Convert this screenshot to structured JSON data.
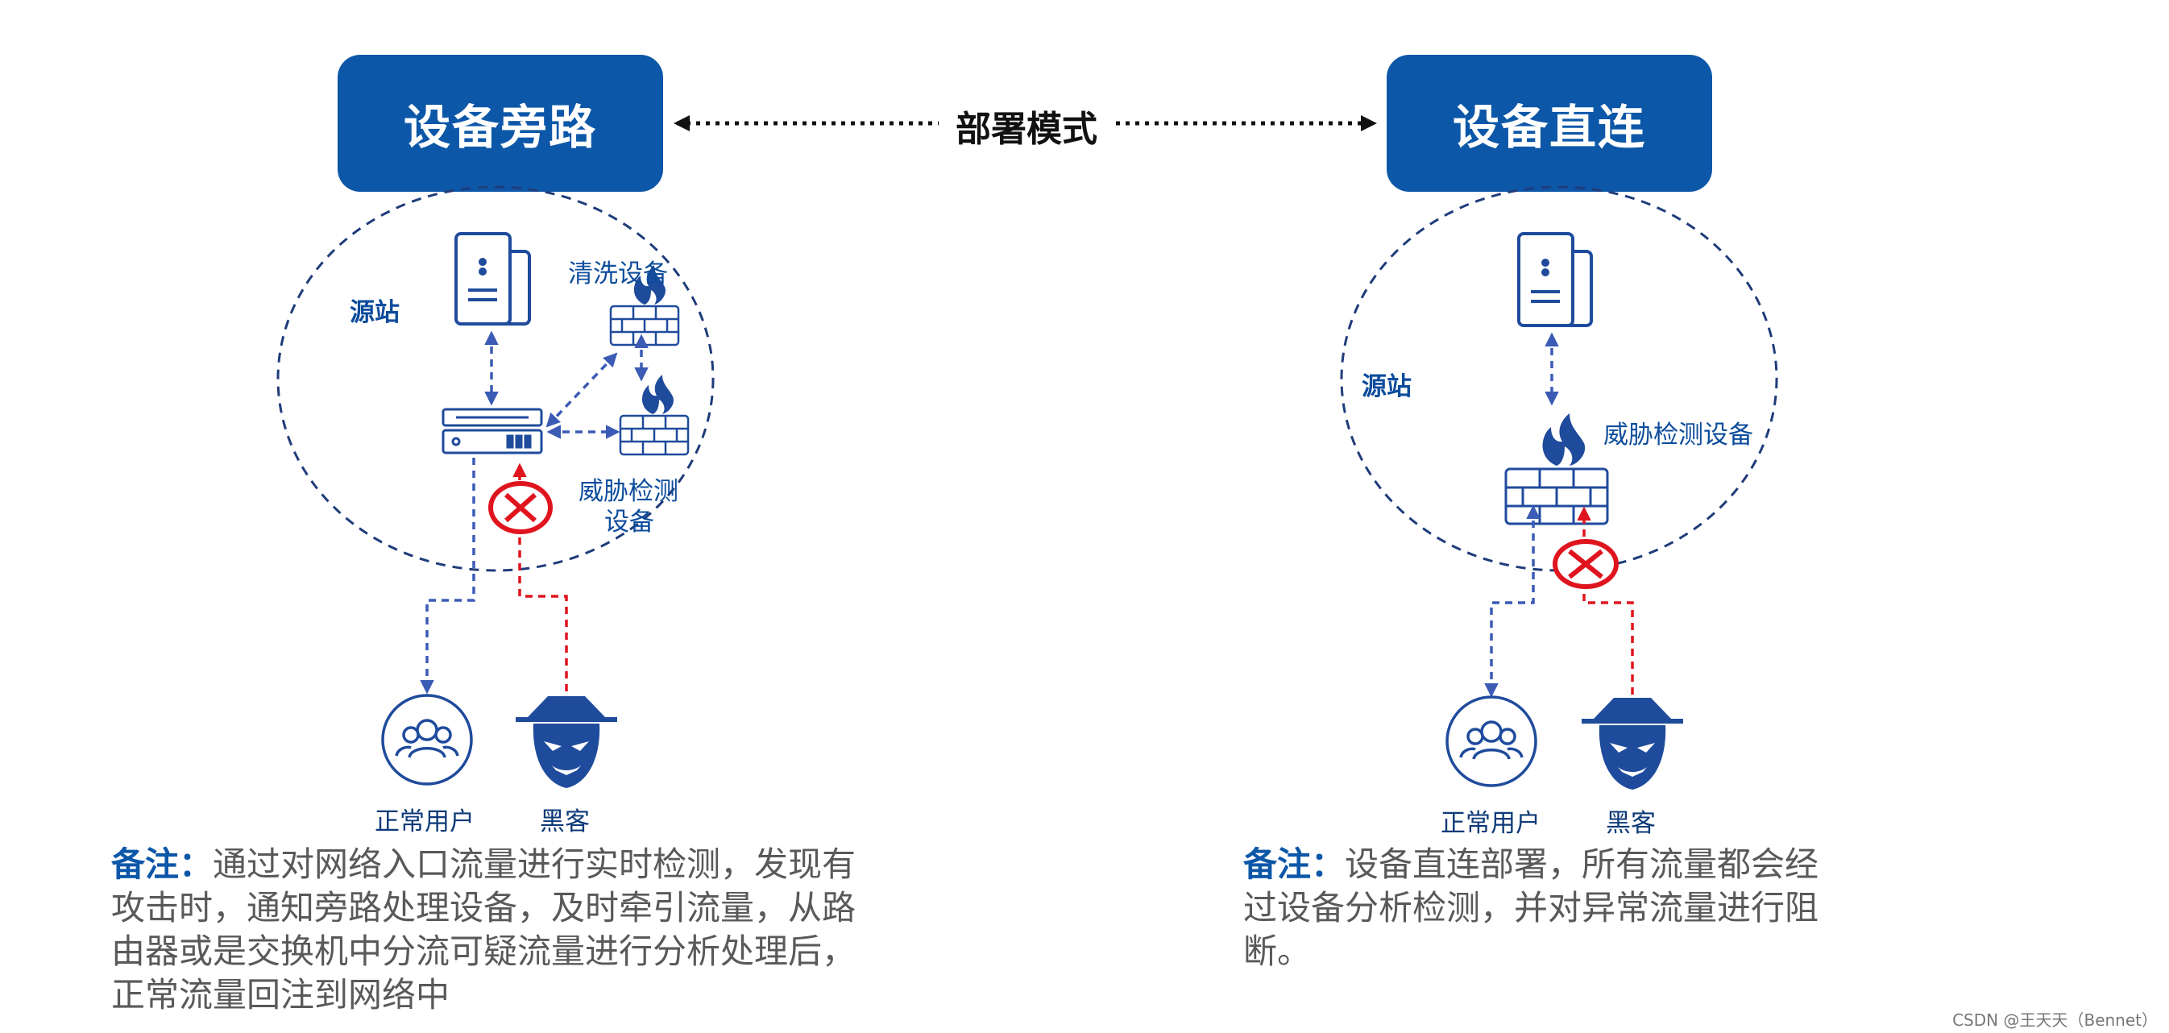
{
  "header": {
    "left_mode": "设备旁路",
    "center": "部署模式",
    "right_mode": "设备直连"
  },
  "left_panel": {
    "source_label": "源站",
    "cleaning_label": "清洗设备",
    "threat_label_line1": "威胁检测",
    "threat_label_line2": "设备",
    "user_label": "正常用户",
    "hacker_label": "黑客",
    "note_head": "备注：",
    "note_lines": [
      "通过对网络入口流量进行实时检测，发现有",
      "攻击时，通知旁路处理设备，及时牵引流量，从路",
      "由器或是交换机中分流可疑流量进行分析处理后，",
      "正常流量回注到网络中"
    ]
  },
  "right_panel": {
    "source_label": "源站",
    "threat_label": "威胁检测设备",
    "user_label": "正常用户",
    "hacker_label": "黑客",
    "note_head": "备注：",
    "note_lines": [
      "设备直连部署，所有流量都会经",
      "过设备分析检测，并对异常流量进行阻",
      "断。"
    ]
  },
  "watermark": "CSDN @王天天（Bennet）",
  "colors": {
    "brand_blue": "#0d57a8",
    "dashed_blue": "#3b5bb5",
    "alert_red": "#e0141e",
    "note_gray": "#595959"
  }
}
